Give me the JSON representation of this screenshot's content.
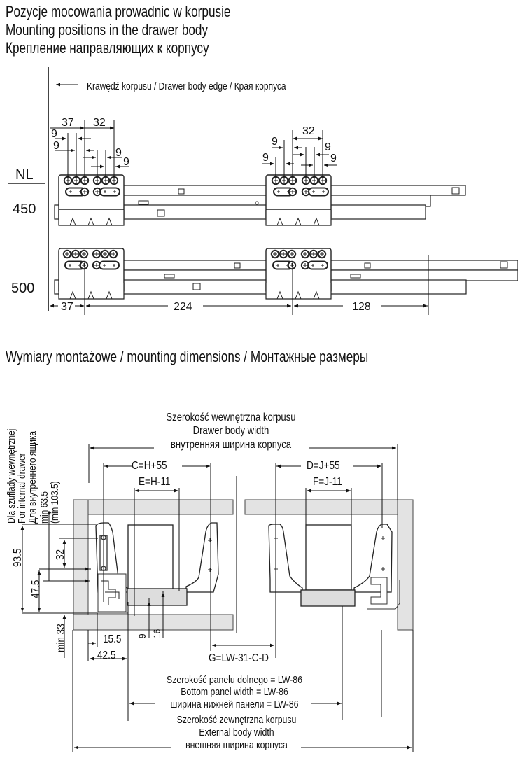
{
  "section1": {
    "title_lines": [
      "Pozycje mocowania prowadnic w korpusie",
      "Mounting positions in the drawer body",
      "Крепление направляющих к корпусу"
    ],
    "edge_label": "Krawędź korpusu / Drawer body edge / Края корпуса",
    "nl_label": "NL",
    "rows": [
      {
        "nl": "450",
        "front_dims": {
          "d37": "37",
          "d32": "32",
          "nines": [
            "9",
            "9",
            "9",
            "9"
          ]
        },
        "rear_dims": {
          "d32": "32",
          "nines": [
            "9",
            "9",
            "9",
            "9"
          ]
        }
      },
      {
        "nl": "500",
        "bottom_dims": [
          "37",
          "224",
          "128"
        ]
      }
    ]
  },
  "section2": {
    "title": "Wymiary montażowe / mounting dimensions  / Монтажные размеры",
    "internal_drawer_label": [
      "Dla szuflady wewnętrznej",
      "For internal drawer",
      "Для внутреннего ящика"
    ],
    "min_top": [
      "min 63.5",
      "(min 103.5)"
    ],
    "body_width_label": [
      "Szerokość wewnętrzna korpusu",
      "Drawer body width",
      "внутренняя ширина корпуса"
    ],
    "dim_c": "C=H+55",
    "dim_e": "E=H-11",
    "dim_d": "D=J+55",
    "dim_f": "F=J-11",
    "vertical_dims": {
      "d93_5": "93.5",
      "d47_5": "47.5",
      "d32": "32",
      "min33": "min 33"
    },
    "horizontal_dims": {
      "d15_5": "15.5",
      "d42_5": "42.5",
      "d9": "9",
      "d16": "16"
    },
    "dim_g": "G=LW-31-C-D",
    "bottom_panel_label": [
      "Szerokość panelu dolnego = LW-86",
      "Bottom panel width = LW-86",
      "ширина нижней панели = LW-86"
    ],
    "external_width_label": [
      "Szerokość zewnętrzna korpusu",
      "External body width",
      "внешняя ширина корпуса"
    ]
  },
  "colors": {
    "panel_fill": "#e3e3e3",
    "line": "#222222"
  }
}
